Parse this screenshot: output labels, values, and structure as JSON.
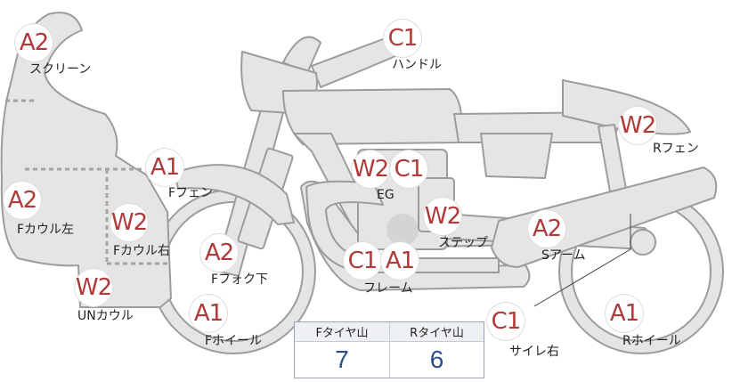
{
  "badges": [
    {
      "id": "screen",
      "code": "A2"
    },
    {
      "id": "handle",
      "code": "C1"
    },
    {
      "id": "rfender",
      "code": "W2"
    },
    {
      "id": "ffender",
      "code": "A1"
    },
    {
      "id": "eg1",
      "code": "W2"
    },
    {
      "id": "eg2",
      "code": "C1"
    },
    {
      "id": "cowl_l",
      "code": "A2"
    },
    {
      "id": "cowl_r",
      "code": "W2"
    },
    {
      "id": "step",
      "code": "W2"
    },
    {
      "id": "swing",
      "code": "A2"
    },
    {
      "id": "fork",
      "code": "A2"
    },
    {
      "id": "frame1",
      "code": "C1"
    },
    {
      "id": "frame2",
      "code": "A1"
    },
    {
      "id": "uncowl",
      "code": "W2"
    },
    {
      "id": "fwheel",
      "code": "A1"
    },
    {
      "id": "sider",
      "code": "C1"
    },
    {
      "id": "rwheel",
      "code": "A1"
    }
  ],
  "labels": {
    "screen": "スクリーン",
    "handle": "ハンドル",
    "rfender": "Rフェン",
    "ffender": "Fフェン",
    "eg": "EG",
    "cowl_l": "Fカウル左",
    "cowl_r": "Fカウル右",
    "step": "ステップ",
    "swing": "Sアーム",
    "fork": "Fフォク下",
    "frame": "フレーム",
    "uncowl": "UNカウル",
    "fwheel": "Fホイール",
    "sider": "サイレ右",
    "rwheel": "Rホイール"
  },
  "tire_table": {
    "headers": [
      "Fタイヤ山",
      "Rタイヤ山"
    ],
    "values": [
      "7",
      "6"
    ]
  }
}
